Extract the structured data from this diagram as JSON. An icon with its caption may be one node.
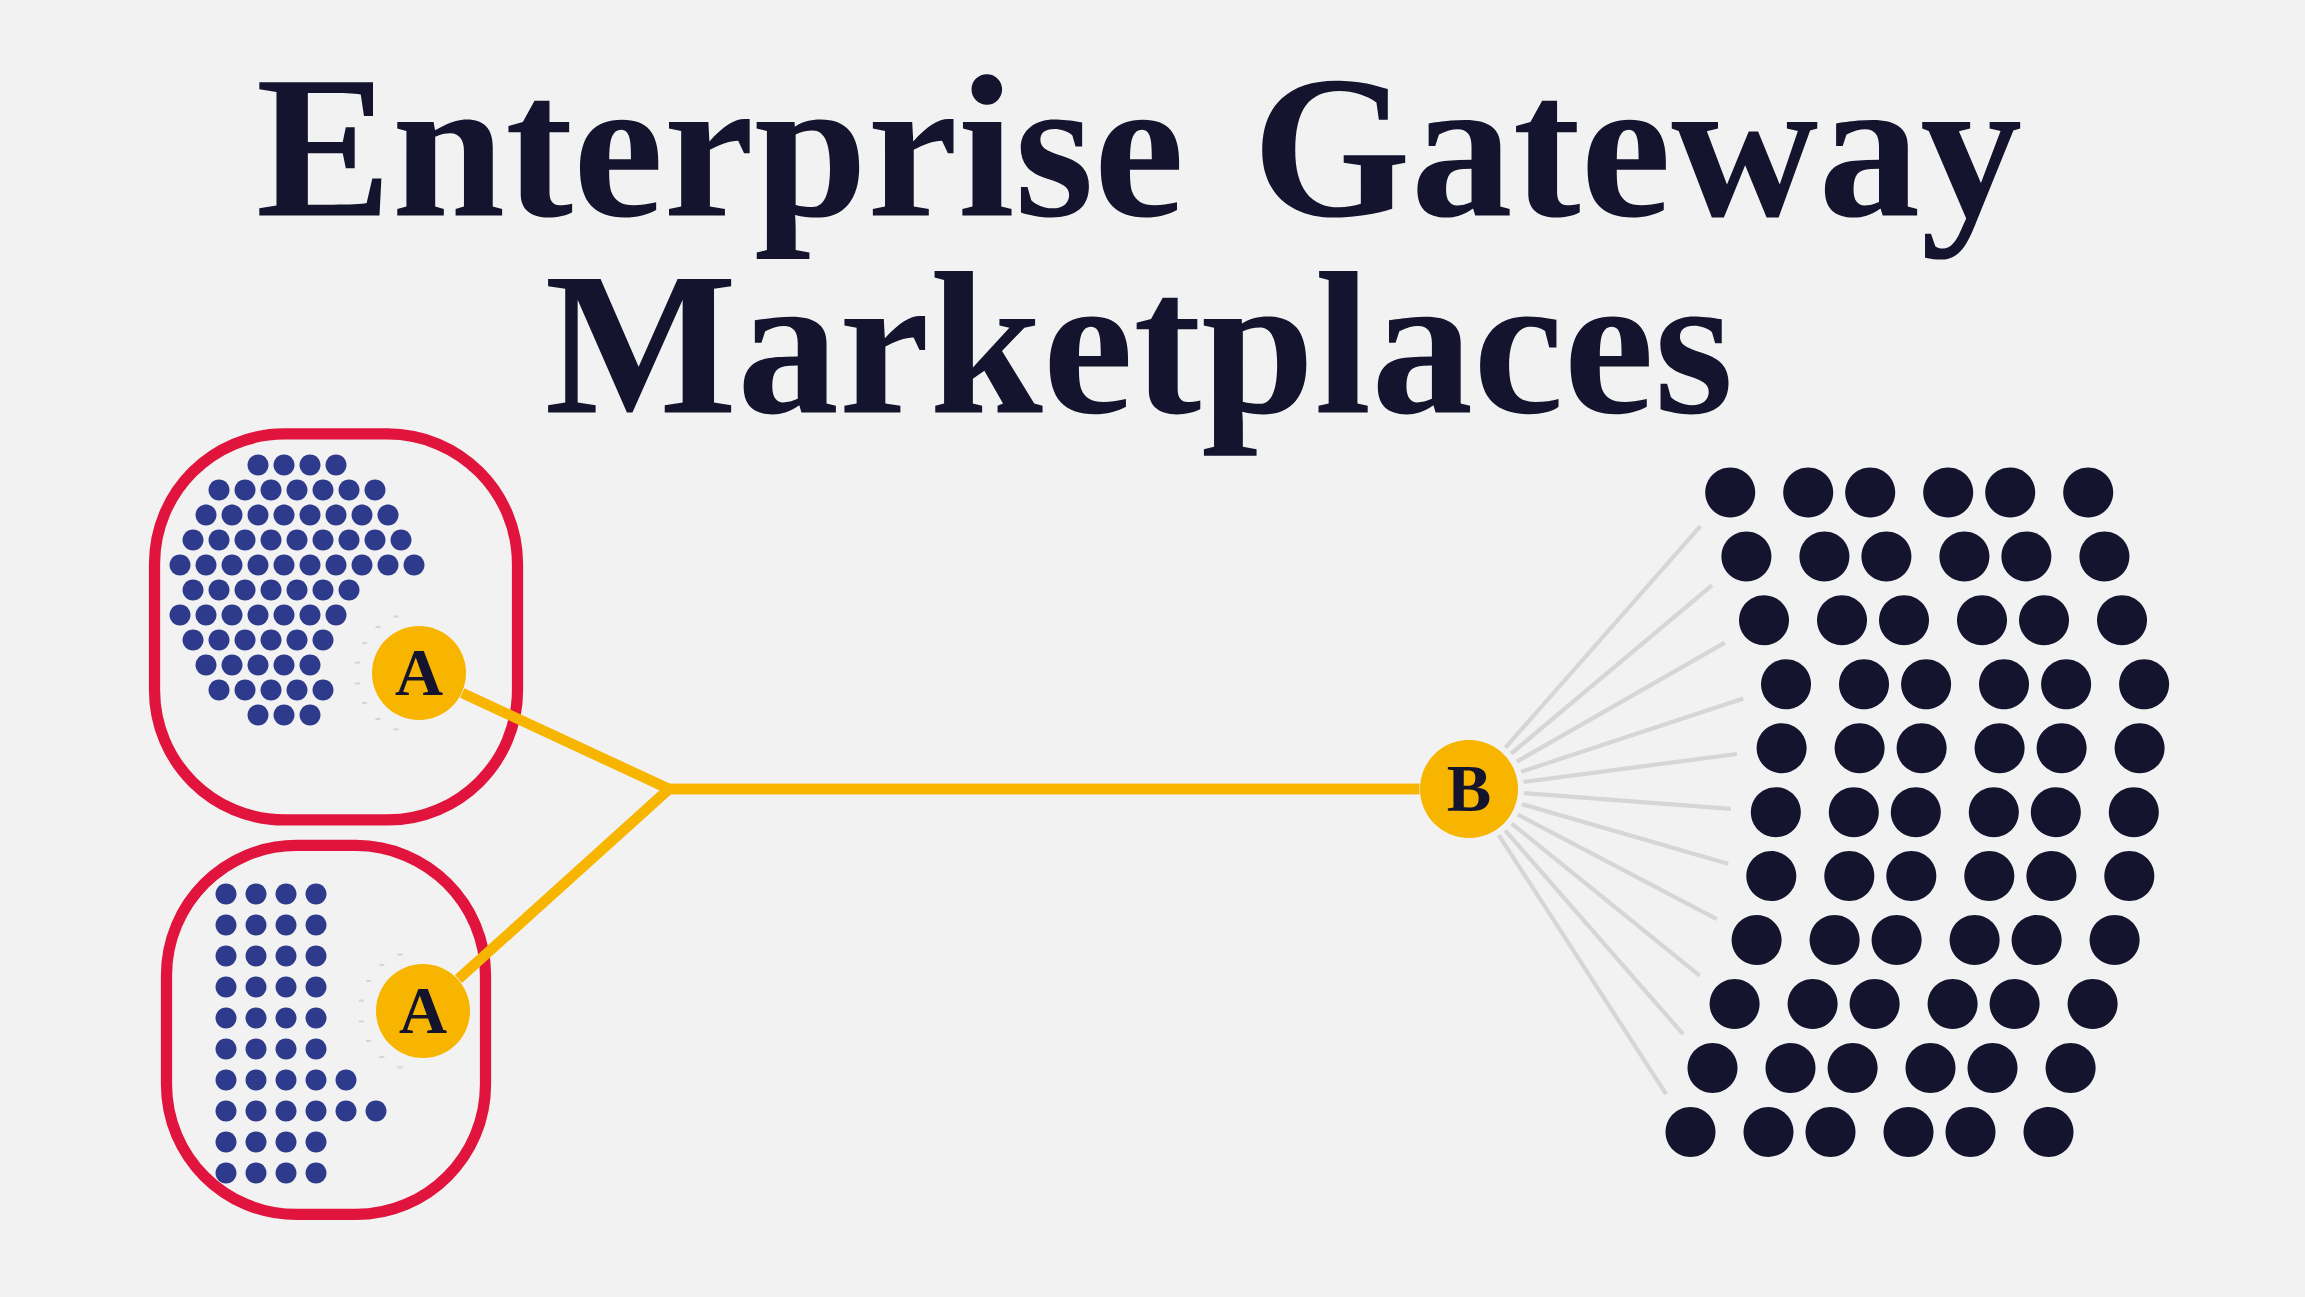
{
  "diagram": {
    "title": "Enterprise Gateway Marketplaces",
    "nodes": [
      {
        "text": [],
        "shape": "box"
      },
      {
        "text": [],
        "shape": "box"
      },
      {
        "text": [
          "A"
        ],
        "in": 0
      },
      {
        "text": [
          "A"
        ],
        "in": 1
      },
      {
        "text": [
          "B"
        ]
      }
    ],
    "edges": [
      {
        "from": 2,
        "to": 4,
        "arrow": "none"
      },
      {
        "from": 3,
        "to": 4,
        "arrow": "none"
      }
    ]
  }
}
